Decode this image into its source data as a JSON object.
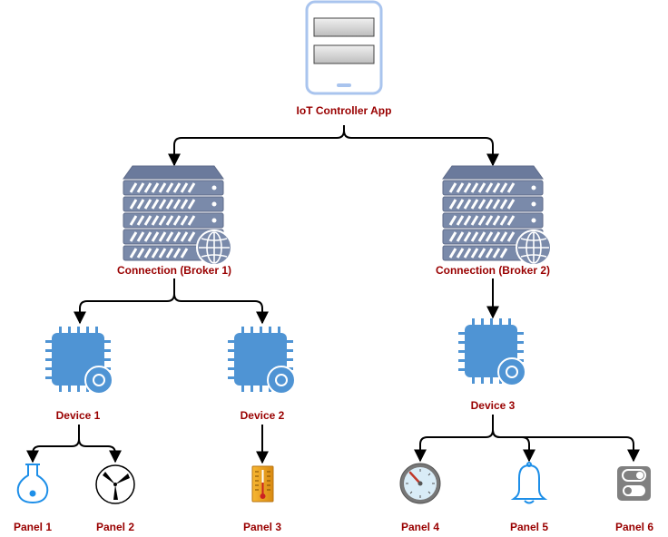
{
  "app": {
    "label": "IoT Controller App",
    "icon": "tablet-app-icon"
  },
  "brokers": [
    {
      "label": "Connection (Broker 1)",
      "icon": "server-globe-icon"
    },
    {
      "label": "Connection (Broker 2)",
      "icon": "server-globe-icon"
    }
  ],
  "devices": [
    {
      "label": "Device 1",
      "icon": "microchip-icon"
    },
    {
      "label": "Device 2",
      "icon": "microchip-icon"
    },
    {
      "label": "Device 3",
      "icon": "microchip-icon"
    }
  ],
  "panels": [
    {
      "label": "Panel 1",
      "icon": "flask-icon"
    },
    {
      "label": "Panel 2",
      "icon": "fan-icon"
    },
    {
      "label": "Panel 3",
      "icon": "thermometer-icon"
    },
    {
      "label": "Panel 4",
      "icon": "gauge-icon"
    },
    {
      "label": "Panel 5",
      "icon": "bell-icon"
    },
    {
      "label": "Panel 6",
      "icon": "toggle-switch-icon"
    }
  ],
  "colors": {
    "label": "#990000",
    "connector": "#000000",
    "chip": "#4f94d4",
    "server": "#7a8aaa",
    "panel_blue": "#1e8fe8",
    "toggle_gray": "#808080"
  }
}
